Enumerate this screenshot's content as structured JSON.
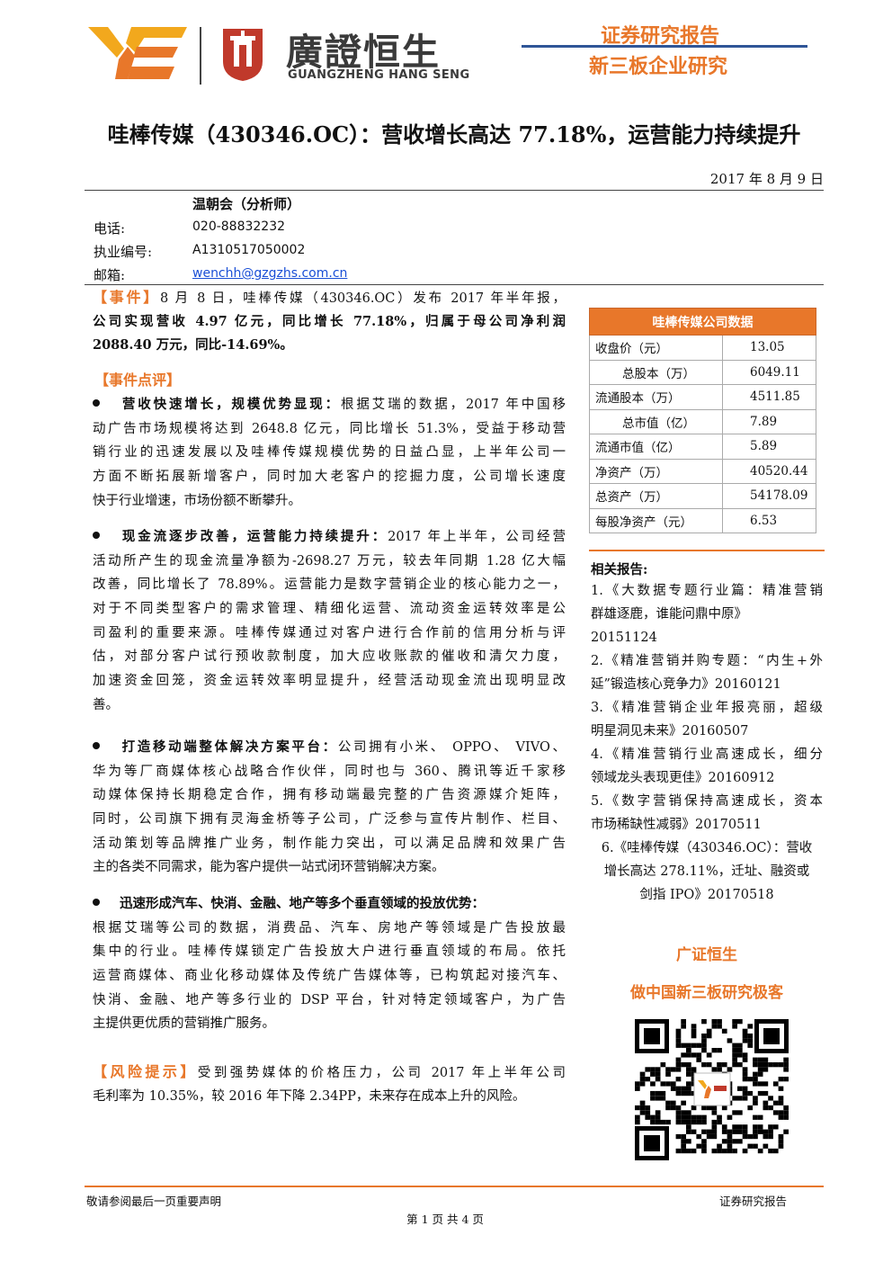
{
  "header": {
    "brand_cn": "廣證恒生",
    "brand_en": "GUANGZHENG HANG SENG",
    "report_type_1": "证券研究报告",
    "report_type_2": "新三板企业研究",
    "brand_color": "#e8772a",
    "accent_blue": "#2f5597"
  },
  "title": "哇棒传媒（430346.OC）：营收增长高达 77.18%，运营能力持续提升",
  "date": "2017 年 8 月 9 日",
  "analyst": {
    "name": "温朝会（分析师）",
    "phone_label": "电话:",
    "phone": "020-88832232",
    "license_label": "执业编号:",
    "license": "A1310517050002",
    "email_label": "邮箱:",
    "email": "wenchh@gzgzhs.com.cn"
  },
  "event": {
    "tag": "【事件】",
    "lines": [
      "8 月 8 日，哇棒传媒（430346.OC）发布 2017 年半年报，",
      "公司实现营收 4.97 亿元，同比增长 77.18%，归属于母公司净利润",
      "2088.40 万元，同比-14.69%。"
    ]
  },
  "comment_tag": "【事件点评】",
  "points": [
    {
      "heading": "营收快速增长，规模优势显现：",
      "lines": [
        "根据艾瑞的数据，2017 年中国移",
        "动广告市场规模将达到 2648.8 亿元，同比增长 51.3%，受益于移动营",
        "销行业的迅速发展以及哇棒传媒规模优势的日益凸显，上半年公司一",
        "方面不断拓展新增客户，同时加大老客户的挖掘力度，公司增长速度",
        "快于行业增速，市场份额不断攀升。"
      ]
    },
    {
      "heading": "现金流逐步改善，运营能力持续提升：",
      "lines": [
        "2017 年上半年，公司经营",
        "活动所产生的现金流量净额为-2698.27 万元，较去年同期 1.28 亿大幅",
        "改善，同比增长了 78.89%。运营能力是数字营销企业的核心能力之一，",
        "对于不同类型客户的需求管理、精细化运营、流动资金运转效率是公",
        "司盈利的重要来源。哇棒传媒通过对客户进行合作前的信用分析与评",
        "估，对部分客户试行预收款制度，加大应收账款的催收和清欠力度，",
        "加速资金回笼，资金运转效率明显提升，经营活动现金流出现明显改",
        "善。"
      ]
    },
    {
      "heading": "打造移动端整体解决方案平台：",
      "lines": [
        "公司拥有小米、 OPPO、 VIVO、",
        "华为等厂商媒体核心战略合作伙伴，同时也与 360、腾讯等近千家移",
        "动媒体保持长期稳定合作，拥有移动端最完整的广告资源媒介矩阵，",
        "同时，公司旗下拥有灵海金桥等子公司，广泛参与宣传片制作、栏目、",
        "活动策划等品牌推广业务，制作能力突出，可以满足品牌和效果广告",
        "主的各类不同需求，能为客户提供一站式闭环营销解决方案。"
      ]
    },
    {
      "heading": "迅速形成汽车、快消、金融、地产等多个垂直领域的投放优势：",
      "lines": [
        "",
        "根据艾瑞等公司的数据，消费品、汽车、房地产等领域是广告投放最",
        "集中的行业。哇棒传媒锁定广告投放大户进行垂直领域的布局。依托",
        "运营商媒体、商业化移动媒体及传统广告媒体等，已构筑起对接汽车、",
        "快消、金融、地产等多行业的 DSP 平台，针对特定领域客户，为广告",
        "主提供更优质的营销推广服务。"
      ]
    }
  ],
  "risk": {
    "tag": "【风险提示】",
    "lines": [
      "受到强势媒体的价格压力，公司 2017 年上半年公司",
      "毛利率为 10.35%，较 2016 年下降 2.34PP，未来存在成本上升的风险。"
    ]
  },
  "company_data": {
    "title": "哇棒传媒公司数据",
    "rows": [
      {
        "label": "收盘价（元）",
        "value": "13.05",
        "indent": false
      },
      {
        "label": "总股本（万）",
        "value": "6049.11",
        "indent": true
      },
      {
        "label": "流通股本（万）",
        "value": "4511.85",
        "indent": false
      },
      {
        "label": "总市值（亿）",
        "value": "7.89",
        "indent": true
      },
      {
        "label": "流通市值（亿）",
        "value": "5.89",
        "indent": false
      },
      {
        "label": "净资产（万）",
        "value": "40520.44",
        "indent": false
      },
      {
        "label": "总资产（万）",
        "value": "54178.09",
        "indent": false
      },
      {
        "label": "每股净资产（元）",
        "value": "6.53",
        "indent": false
      }
    ]
  },
  "related": {
    "title": "相关报告:",
    "items": [
      [
        "1.《大数据专题行业篇：精准营销",
        "群雄逐鹿，谁能问鼎中原》",
        "20151124"
      ],
      [
        "2.《精准营销并购专题：“内生+外",
        "延”锻造核心竞争力》20160121"
      ],
      [
        "3.《精准营销企业年报亮丽，超级",
        "明星洞见未来》20160507"
      ],
      [
        "4.《精准营销行业高速成长，细分",
        "领域龙头表现更佳》20160912"
      ],
      [
        "5.《数字营销保持高速成长，资本",
        "市场稀缺性减弱》20170511"
      ],
      [
        " 6.《哇棒传媒（430346.OC）：营收",
        "增长高达 278.11%，迁址、融资或",
        "剑指 IPO》20170518"
      ]
    ]
  },
  "slogan": {
    "line1": "广证恒生",
    "line2": "做中国新三板研究极客"
  },
  "footer": {
    "left": "敬请参阅最后一页重要声明",
    "right": "证券研究报告",
    "page": "第 1 页 共 4 页"
  }
}
